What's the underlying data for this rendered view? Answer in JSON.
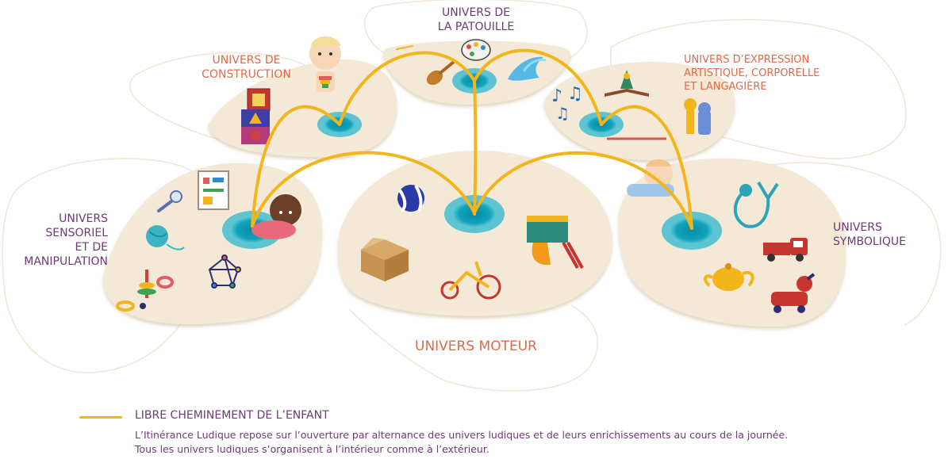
{
  "labels": {
    "patouille": [
      "UNIVERS DE",
      "LA PATOUILLE"
    ],
    "construction": [
      "UNIVERS DE",
      "CONSTRUCTION"
    ],
    "expression": [
      "UNIVERS D’EXPRESSION",
      "ARTISTIQUE, CORPORELLE",
      "ET LANGAGIÈRE"
    ],
    "sensoriel": [
      "UNIVERS",
      "SENSORIEL",
      "ET DE",
      "MANIPULATION"
    ],
    "moteur": [
      "UNIVERS MOTEUR"
    ],
    "symbolique": [
      "UNIVERS",
      "SYMBOLIQUE"
    ]
  },
  "legend": {
    "title": "LIBRE CHEMINEMENT DE L’ENFANT",
    "line1": "L’Itinérance Ludique repose sur l’ouverture par alternance des univers ludiques et de leurs enrichissements au cours de la journée.",
    "line2": "Tous les univers ludiques s’organisent à l’intérieur comme à l’extérieur."
  },
  "colors": {
    "path": "#f2b61c",
    "island": "#f3e9d6",
    "pool": "#0d9fb6",
    "purple": "#6e3a75",
    "orange": "#e06a48"
  }
}
